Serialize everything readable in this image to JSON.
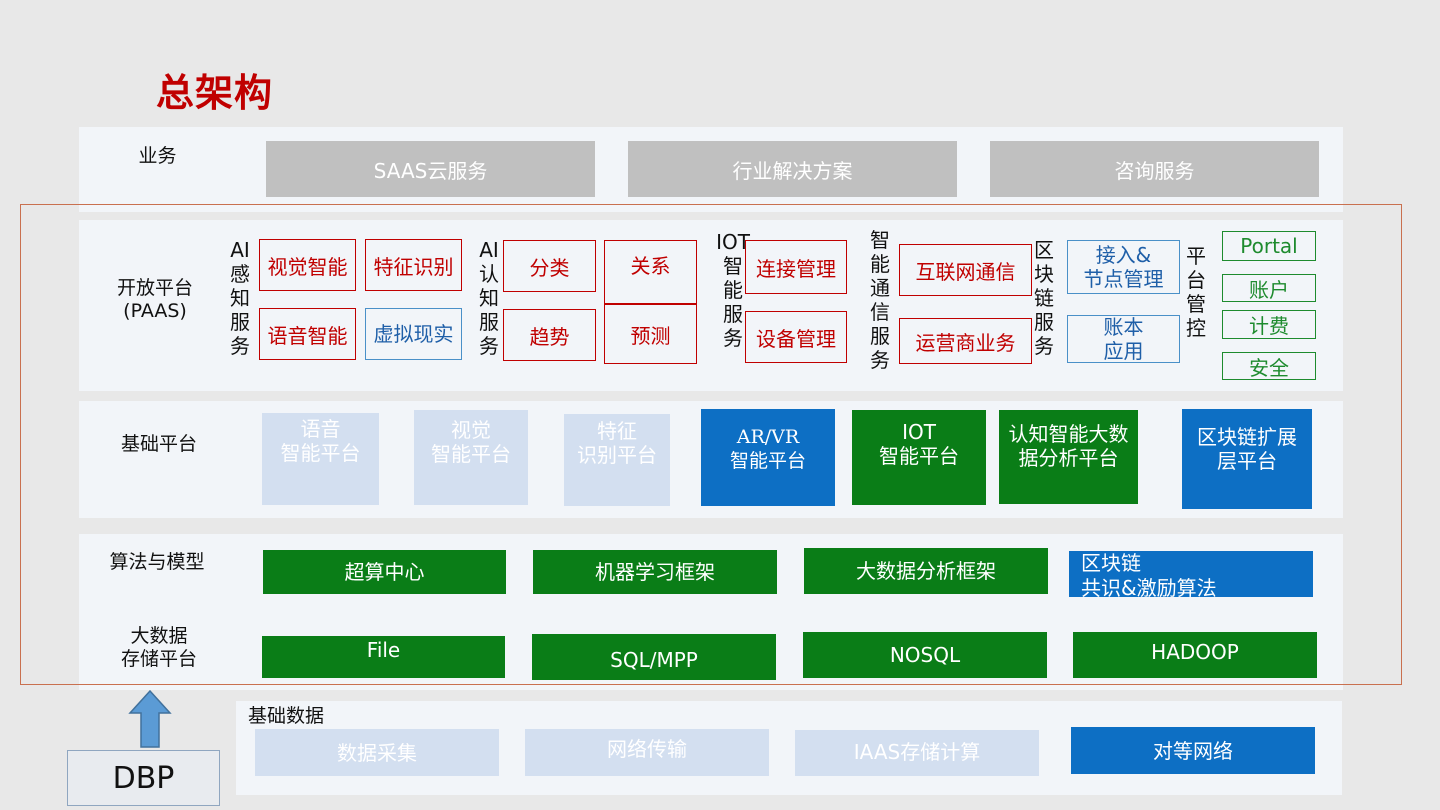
{
  "title": "总架构",
  "rows": {
    "business": "业务",
    "paas": "开放平台\n(PAAS)",
    "base": "基础平台",
    "algo": "算法与模型",
    "bigdata": "大数据\n存储平台",
    "basedata": "基础数据"
  },
  "business_items": [
    "SAAS云服务",
    "行业解决方案",
    "咨询服务"
  ],
  "paas": {
    "ai_perception": {
      "label": "AI\n感\n知\n服\n务",
      "items": [
        "视觉智能",
        "特征识别",
        "语音智能",
        "虚拟现实"
      ]
    },
    "ai_cognition": {
      "label": "AI\n认\n知\n服\n务",
      "items": [
        "分类",
        "关系",
        "趋势",
        "预测"
      ]
    },
    "iot": {
      "label": "IOT\n智\n能\n服\n务",
      "items": [
        "连接管理",
        "设备管理"
      ]
    },
    "comm": {
      "label": "智\n能\n通\n信\n服\n务",
      "items": [
        "互联网通信",
        "运营商业务"
      ]
    },
    "blockchain": {
      "label": "区\n块\n链\n服\n务",
      "items": [
        "接入&\n节点管理",
        "账本\n应用"
      ]
    },
    "platform": {
      "label": "平\n台\n管\n控",
      "items": [
        "Portal",
        "账户",
        "计费",
        "安全"
      ]
    }
  },
  "base_items": [
    "语音\n智能平台",
    "视觉\n智能平台",
    "特征\n识别平台",
    "AR/VR\n智能平台",
    "IOT\n智能平台",
    "认知智能大数\n据分析平台",
    "区块链扩展\n层平台"
  ],
  "algo_items": [
    "超算中心",
    "机器学习框架",
    "大数据分析框架",
    "区块链\n共识&激励算法"
  ],
  "storage_items": [
    "File",
    "SQL/MPP",
    "NOSQL",
    "HADOOP"
  ],
  "basedata_items": [
    "数据采集",
    "网络传输",
    "IAAS存储计算",
    "对等网络"
  ],
  "dbp": "DBP",
  "colors": {
    "title": "#c00000",
    "green": "#0a7d17",
    "blue": "#0d6fc4",
    "light": "#d3dff0",
    "grey": "#c0c0c0",
    "frame": "#c9704f"
  }
}
